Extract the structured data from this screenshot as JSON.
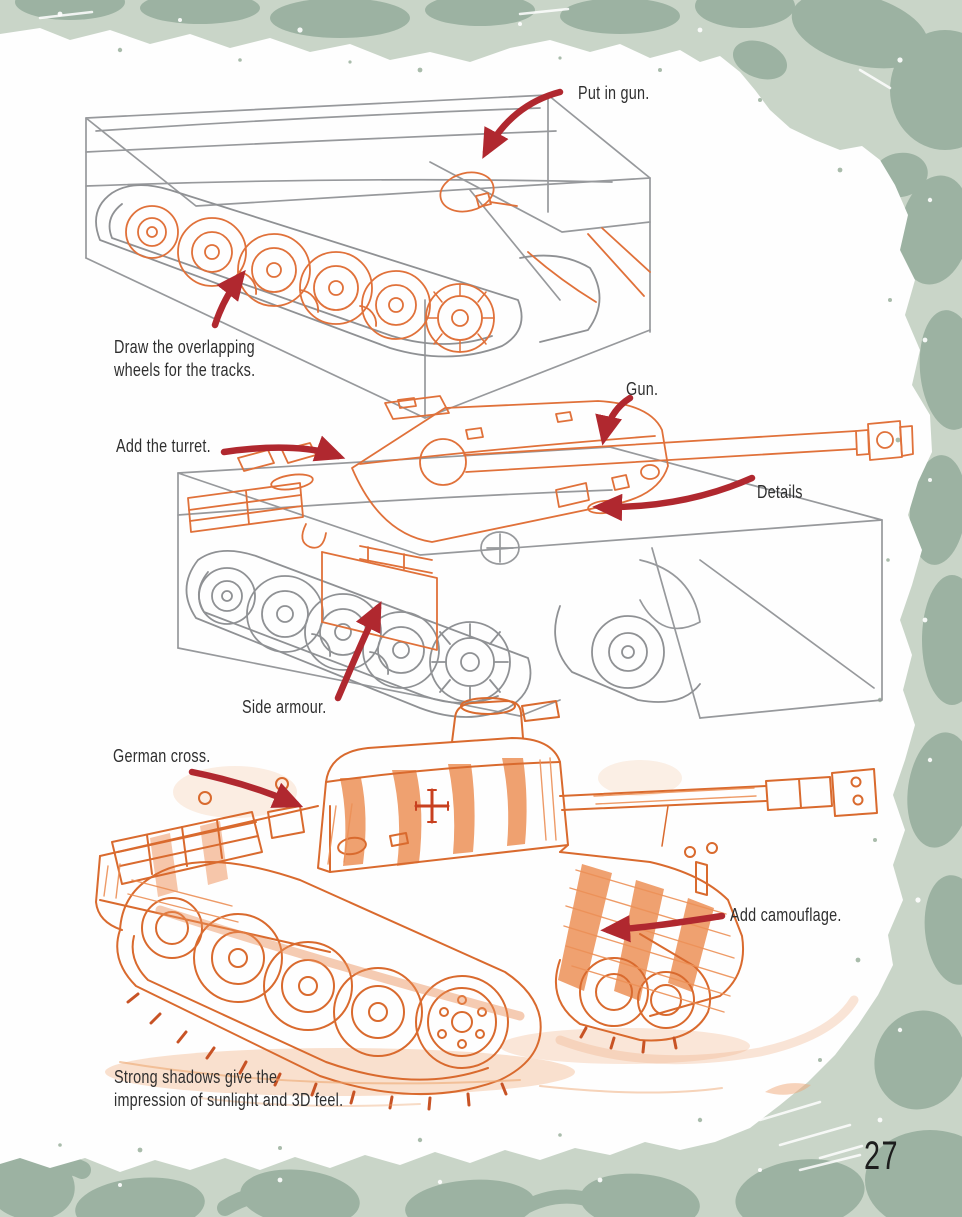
{
  "page": {
    "number": "27"
  },
  "labels": {
    "put_in_gun": "Put in gun.",
    "draw_wheels_1": "Draw the overlapping",
    "draw_wheels_2": "wheels for the tracks.",
    "add_turret": "Add the turret.",
    "gun": "Gun.",
    "details": "Details",
    "side_armour": "Side armour.",
    "german_cross": "German cross.",
    "add_camouflage": "Add camouflage.",
    "shadows_1": "Strong shadows give the",
    "shadows_2": "impression of sunlight and 3D feel."
  },
  "colors": {
    "annotation_arrow_red": "#b0282f",
    "sketch_orange": "#e0713a",
    "pencil_grey": "#97999c",
    "camo_light": "#c9d5c8",
    "camo_dark": "#9cb2a2",
    "text_ink": "#2f2f2f"
  },
  "illustrations": [
    {
      "name": "step-1-chassis",
      "caption": "Wireframe box with tracked chassis and overlapping wheels"
    },
    {
      "name": "step-2-turret-gun",
      "caption": "Pencil tank with turret, gun and details added"
    },
    {
      "name": "step-3-finished",
      "caption": "Finished coloured tank with camouflage and strong shadows"
    }
  ]
}
